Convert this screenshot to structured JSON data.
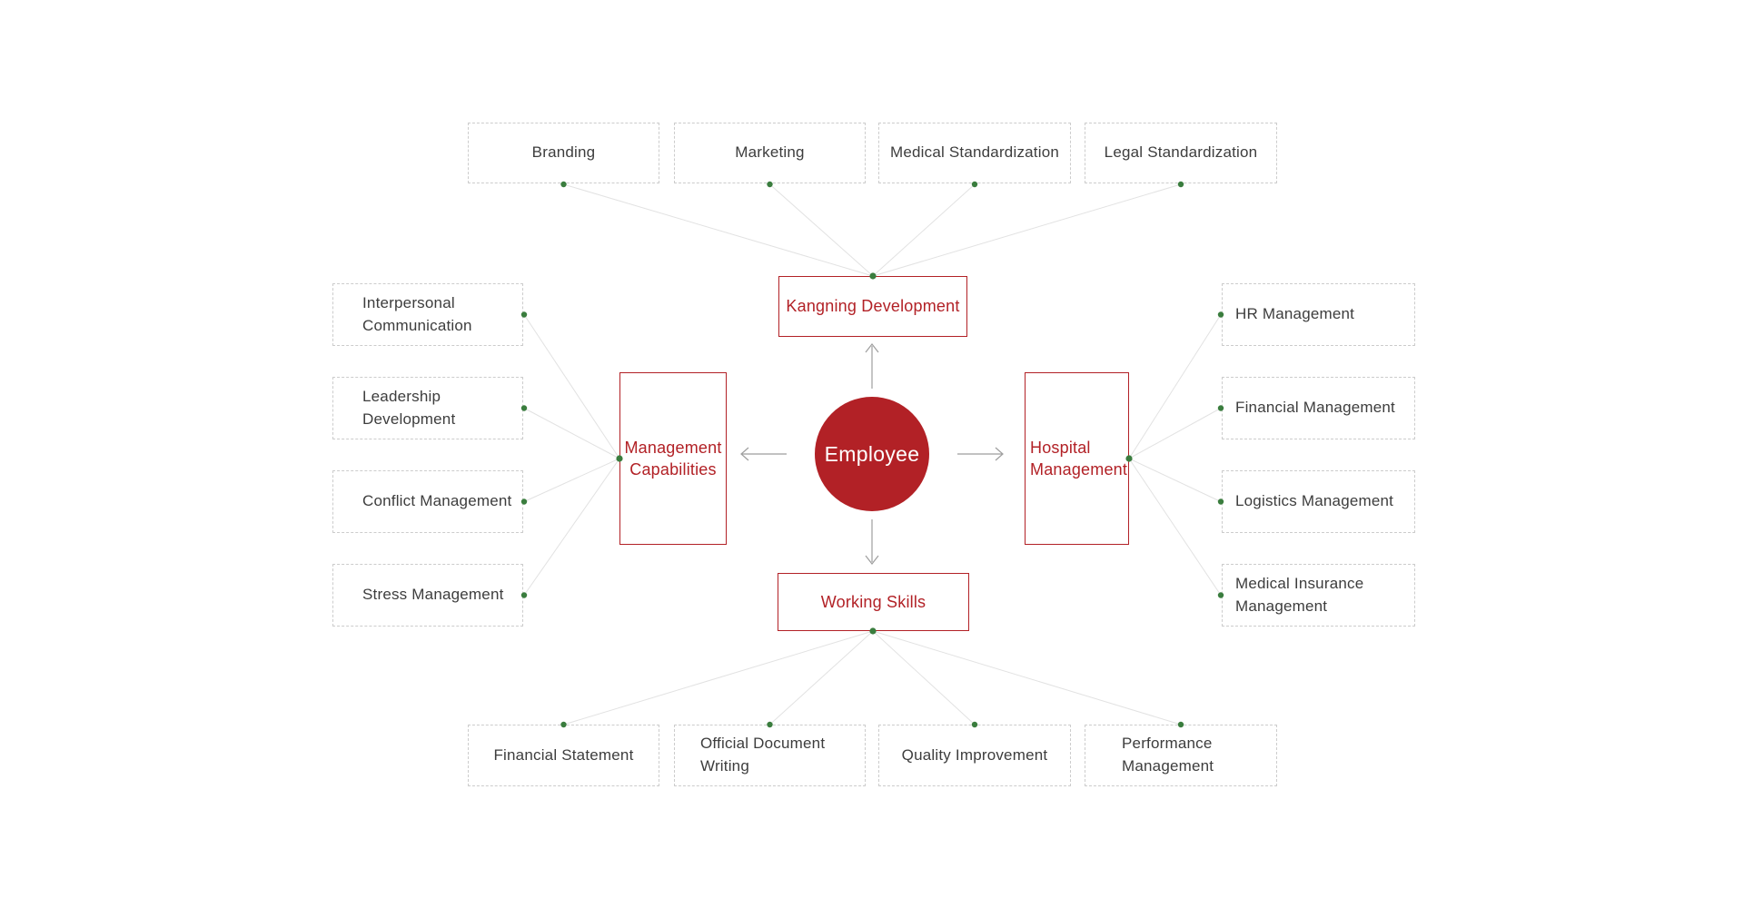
{
  "colors": {
    "accent_red": "#b22126",
    "dot_green": "#3a7d3e",
    "line_gray": "#e2e2e2",
    "arrow_gray": "#9e9e9e",
    "box_border_gray": "#cccccc",
    "text_dark": "#3d3d3d"
  },
  "center": {
    "label": "Employee"
  },
  "hubs": {
    "top": {
      "label": "Kangning Development"
    },
    "left": {
      "label": "Management Capabilities"
    },
    "right": {
      "label": "Hospital Management"
    },
    "bottom": {
      "label": "Working Skills"
    }
  },
  "branches": {
    "top": [
      {
        "label": "Branding"
      },
      {
        "label": "Marketing"
      },
      {
        "label": "Medical Standardization"
      },
      {
        "label": "Legal Standardization"
      }
    ],
    "left": [
      {
        "label": "Interpersonal Communication"
      },
      {
        "label": "Leadership Development"
      },
      {
        "label": "Conflict Management"
      },
      {
        "label": "Stress Management"
      }
    ],
    "right": [
      {
        "label": "HR Management"
      },
      {
        "label": "Financial Management"
      },
      {
        "label": "Logistics Management"
      },
      {
        "label": "Medical Insurance Management"
      }
    ],
    "bottom": [
      {
        "label": "Financial Statement"
      },
      {
        "label": "Official Document Writing"
      },
      {
        "label": "Quality Improvement"
      },
      {
        "label": "Performance Management"
      }
    ]
  }
}
